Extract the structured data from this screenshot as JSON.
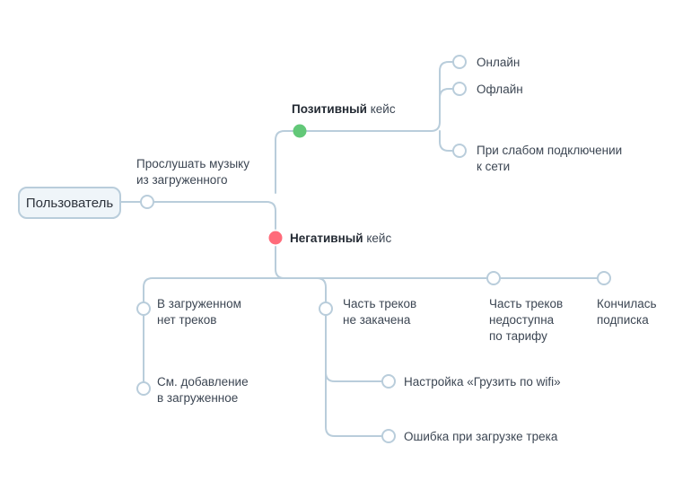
{
  "diagram": {
    "title_node": {
      "label": "Пользователь"
    },
    "root_edge_label": {
      "line1": "Прослушать музыку",
      "line2": "из загруженного"
    },
    "branches": [
      {
        "id": "positive",
        "marker": "green-dot",
        "marker_color": "#62c878",
        "label_strong": "Позитивный",
        "label_rest": " кейс",
        "children": [
          {
            "id": "online",
            "label_lines": [
              "Онлайн"
            ]
          },
          {
            "id": "offline",
            "label_lines": [
              "Офлайн"
            ]
          },
          {
            "id": "weak-connection",
            "label_lines": [
              "При слабом подключении",
              "к сети"
            ]
          }
        ]
      },
      {
        "id": "negative",
        "marker": "red-dot",
        "marker_color": "#ff6b7a",
        "label_strong": "Негативный",
        "label_rest": " кейс",
        "children": [
          {
            "id": "no-tracks",
            "label_lines": [
              "В загруженном",
              "нет треков"
            ],
            "children": [
              {
                "id": "see-adding",
                "label_lines": [
                  "См. добавление",
                  "в загруженное"
                ]
              }
            ]
          },
          {
            "id": "tracks-not-downloaded",
            "label_lines": [
              "Часть треков",
              "не закачена"
            ],
            "children": [
              {
                "id": "wifi-setting",
                "label_lines": [
                  "Настройка «Грузить по wifi»"
                ]
              },
              {
                "id": "download-error",
                "label_lines": [
                  "Ошибка при загрузке трека"
                ]
              }
            ]
          },
          {
            "id": "tariff-unavailable",
            "label_lines": [
              "Часть треков",
              "недоступна",
              "по тарифу"
            ]
          },
          {
            "id": "subscription-ended",
            "label_lines": [
              "Кончилась",
              "подписка"
            ]
          }
        ]
      }
    ],
    "colors": {
      "edge": "#b9cddb",
      "node_ring_stroke": "#b9cddb",
      "node_fill": "#ffffff",
      "root_box_fill": "#eff5f9",
      "text": "#3c4653",
      "text_strong": "#232a33",
      "positive": "#62c878",
      "negative": "#ff6b7a",
      "background": "#ffffff"
    }
  }
}
